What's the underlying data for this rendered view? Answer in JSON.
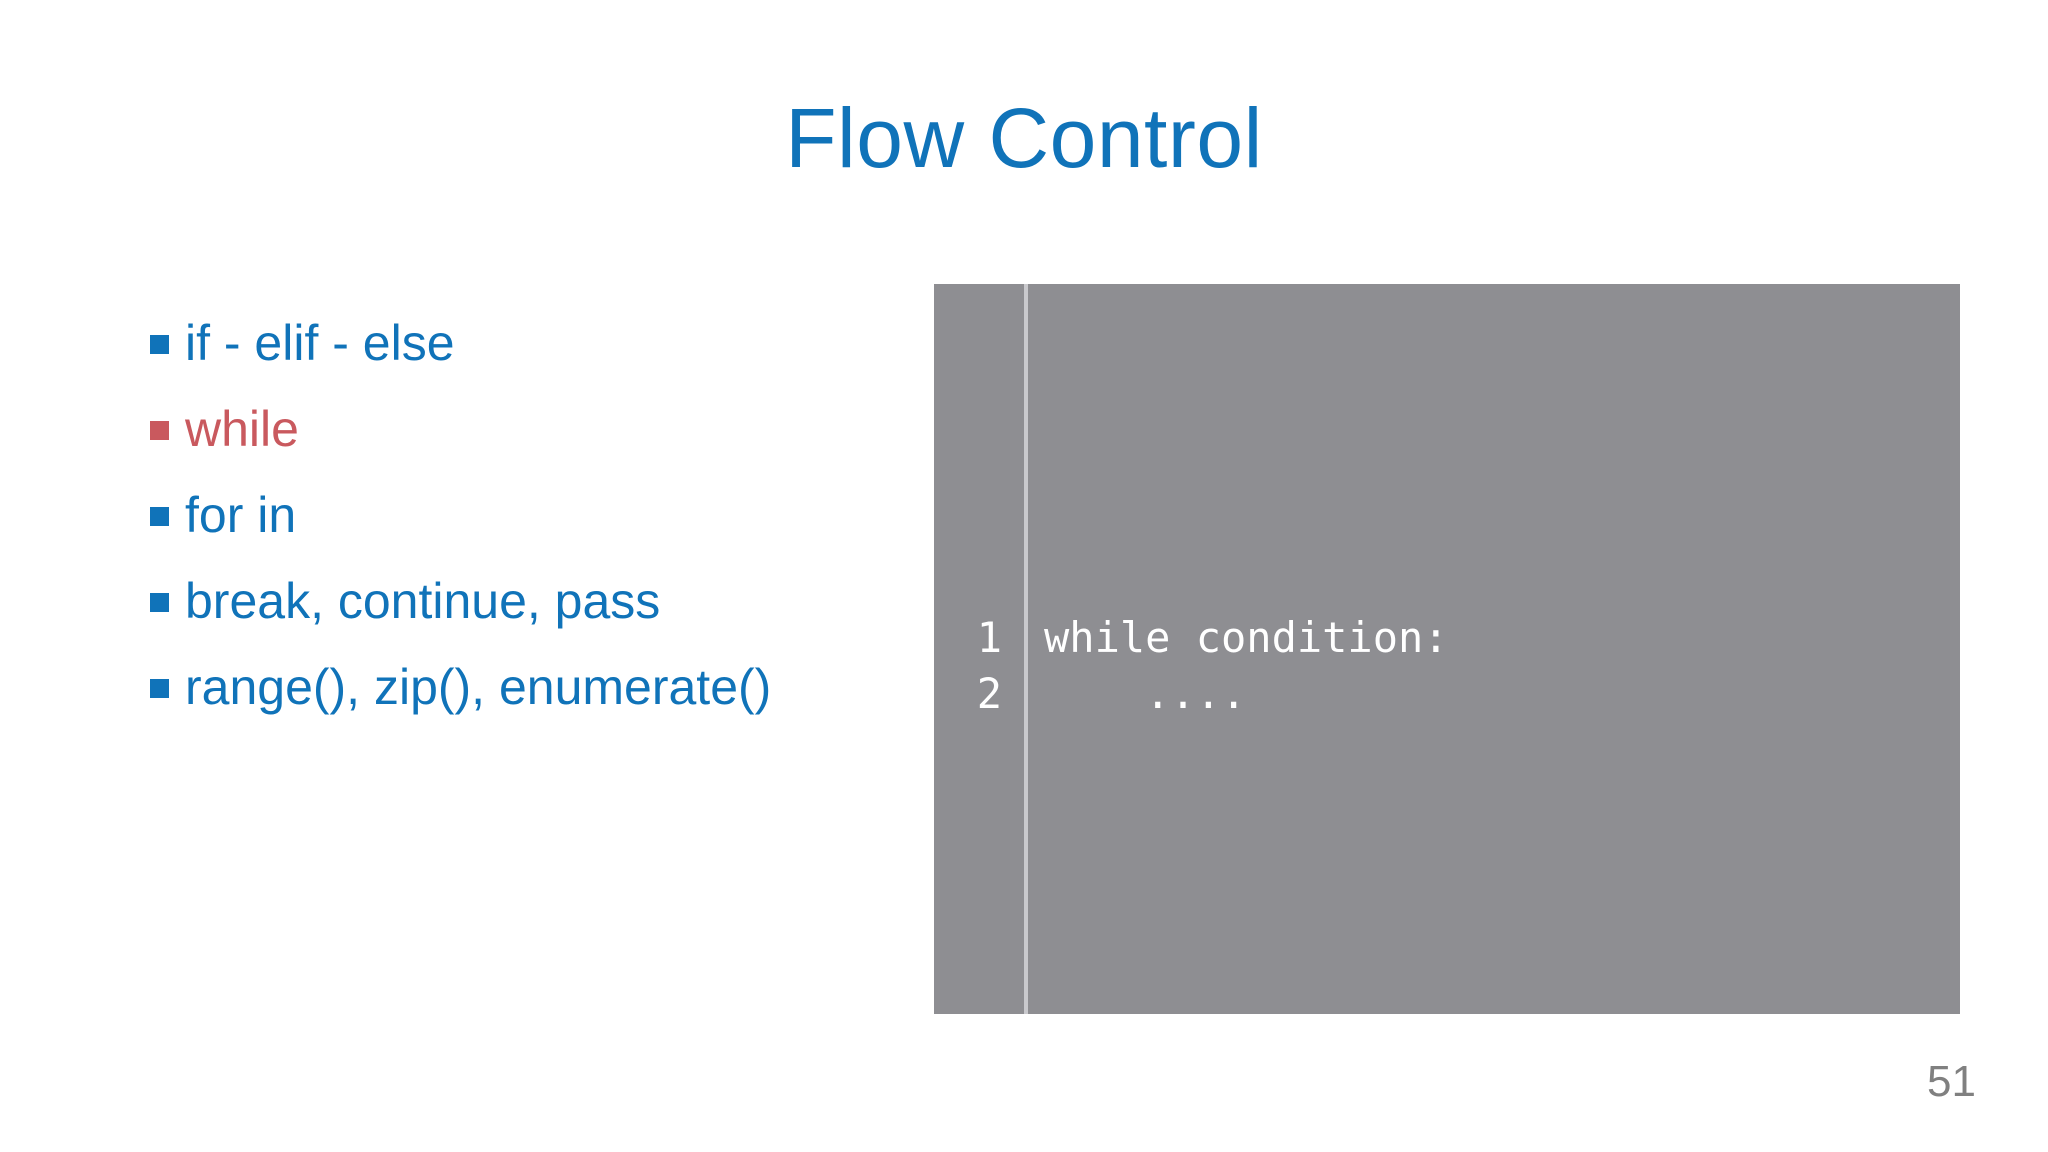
{
  "slide": {
    "title": "Flow Control",
    "page_number": "51",
    "background_color": "#ffffff",
    "accent_blue": "#1073b9",
    "accent_red": "#c9595e",
    "page_number_color": "#808080"
  },
  "bullets": [
    {
      "label": "if - elif - else",
      "color": "#1073b9",
      "bullet_glyph": "square"
    },
    {
      "label": "while",
      "color": "#c9595e",
      "bullet_glyph": "square"
    },
    {
      "label": "for in",
      "color": "#1073b9",
      "bullet_glyph": "square"
    },
    {
      "label": "break, continue, pass",
      "color": "#1073b9",
      "bullet_glyph": "square"
    },
    {
      "label": "range(), zip(), enumerate()",
      "color": "#1073b9",
      "bullet_glyph": "square"
    }
  ],
  "code_block": {
    "background_color": "#8e8e92",
    "text_color": "#ffffff",
    "gutter_rule_color": "#c9c9cd",
    "line_numbers": "1\n2",
    "code": "while condition:\n    ....",
    "lines": [
      {
        "number": "1",
        "text": "while condition:"
      },
      {
        "number": "2",
        "text": "    ...."
      }
    ]
  }
}
